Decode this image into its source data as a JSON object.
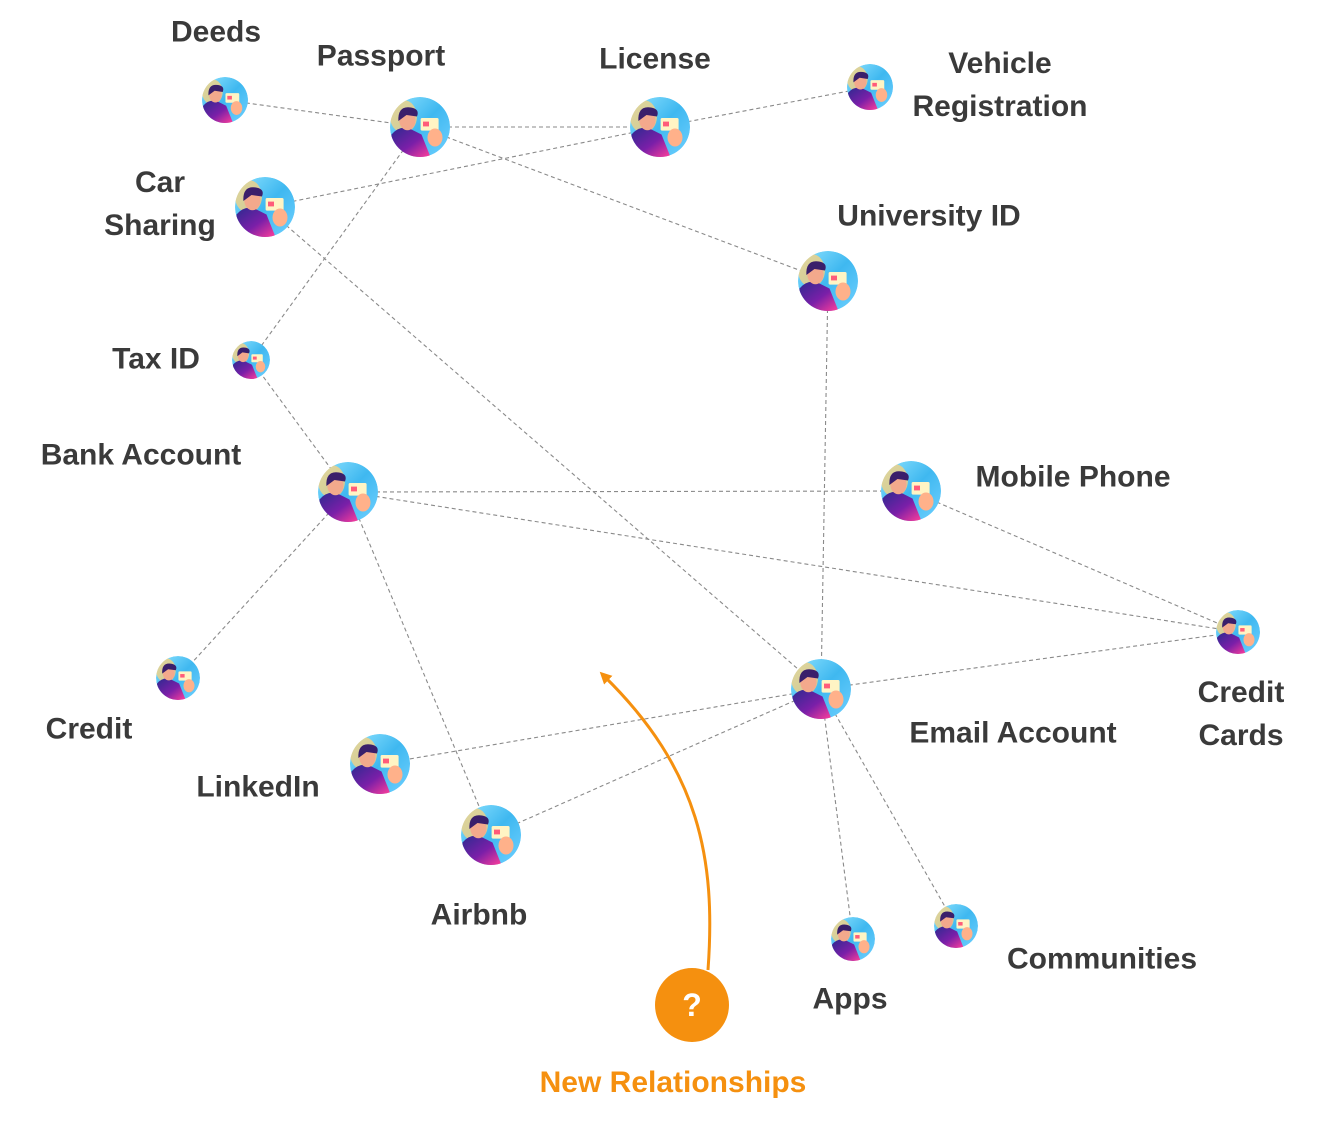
{
  "colors": {
    "edge": "#8a8a8a",
    "label": "#3a3a3a",
    "accent": "#f5900f"
  },
  "nodes": [
    {
      "id": "deeds",
      "label": "Deeds",
      "icon": "person-id-avatar-icon"
    },
    {
      "id": "passport",
      "label": "Passport",
      "icon": "person-id-avatar-icon"
    },
    {
      "id": "license",
      "label": "License",
      "icon": "person-id-avatar-icon"
    },
    {
      "id": "vehicle",
      "label": "Vehicle\nRegistration",
      "icon": "person-id-avatar-icon"
    },
    {
      "id": "carsharing",
      "label": "Car\nSharing",
      "icon": "person-id-avatar-icon"
    },
    {
      "id": "university",
      "label": "University ID",
      "icon": "person-id-avatar-icon"
    },
    {
      "id": "taxid",
      "label": "Tax ID",
      "icon": "person-id-avatar-icon"
    },
    {
      "id": "bank",
      "label": "Bank Account",
      "icon": "person-id-avatar-icon"
    },
    {
      "id": "mobile",
      "label": "Mobile Phone",
      "icon": "person-id-avatar-icon"
    },
    {
      "id": "creditcards",
      "label": "Credit\nCards",
      "icon": "person-id-avatar-icon"
    },
    {
      "id": "credit",
      "label": "Credit",
      "icon": "person-id-avatar-icon"
    },
    {
      "id": "email",
      "label": "Email Account",
      "icon": "person-id-avatar-icon"
    },
    {
      "id": "linkedin",
      "label": "LinkedIn",
      "icon": "person-id-avatar-icon"
    },
    {
      "id": "airbnb",
      "label": "Airbnb",
      "icon": "person-id-avatar-icon"
    },
    {
      "id": "apps",
      "label": "Apps",
      "icon": "person-id-avatar-icon"
    },
    {
      "id": "communities",
      "label": "Communities",
      "icon": "person-id-avatar-icon"
    }
  ],
  "edges": [
    [
      "deeds",
      "passport"
    ],
    [
      "passport",
      "license"
    ],
    [
      "passport",
      "university"
    ],
    [
      "passport",
      "taxid"
    ],
    [
      "license",
      "vehicle"
    ],
    [
      "license",
      "carsharing"
    ],
    [
      "carsharing",
      "email"
    ],
    [
      "university",
      "email"
    ],
    [
      "taxid",
      "bank"
    ],
    [
      "bank",
      "mobile"
    ],
    [
      "bank",
      "creditcards"
    ],
    [
      "bank",
      "credit"
    ],
    [
      "bank",
      "airbnb"
    ],
    [
      "mobile",
      "creditcards"
    ],
    [
      "email",
      "creditcards"
    ],
    [
      "email",
      "linkedin"
    ],
    [
      "email",
      "airbnb"
    ],
    [
      "email",
      "apps"
    ],
    [
      "email",
      "communities"
    ]
  ],
  "callout": {
    "symbol": "?",
    "label": "New Relationships",
    "icon": "question-mark-icon"
  }
}
